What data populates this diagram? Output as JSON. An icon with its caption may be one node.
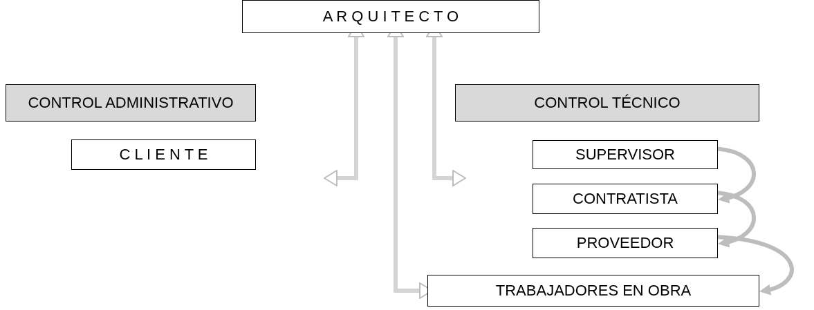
{
  "diagram": {
    "nodes": [
      {
        "text": [
          "A R Q U I T E C T O"
        ]
      },
      {
        "text": [
          "CONTROL ADMINISTRATIVO"
        ]
      },
      {
        "text": [
          "C L I E N T E"
        ]
      },
      {
        "text": [
          "CONTROL TÉCNICO"
        ]
      },
      {
        "text": [
          "SUPERVISOR"
        ]
      },
      {
        "text": [
          "CONTRATISTA"
        ]
      },
      {
        "text": [
          "PROVEEDOR"
        ]
      },
      {
        "text": [
          "TRABAJADORES EN OBRA"
        ]
      }
    ],
    "edges": [
      {
        "from": 0,
        "to": null,
        "arrow": "both"
      },
      {
        "from": 0,
        "to": 7,
        "arrow": "both"
      },
      {
        "from": 0,
        "to": null,
        "arrow": "both"
      },
      {
        "from": 4,
        "to": 5,
        "arrow": "to"
      },
      {
        "from": 5,
        "to": 6,
        "arrow": "to"
      },
      {
        "from": 6,
        "to": 7,
        "arrow": "to"
      }
    ]
  }
}
